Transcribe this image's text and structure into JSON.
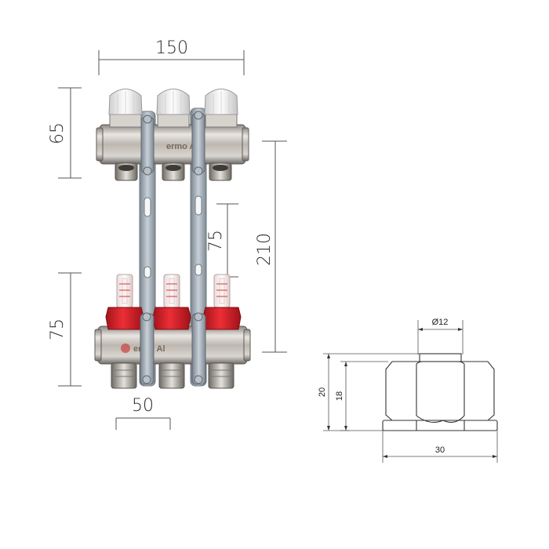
{
  "manifold": {
    "dim_width": "150",
    "dim_top_height": "65",
    "dim_bottom_height": "75",
    "dim_spacing_vertical": "75",
    "dim_total_height": "210",
    "dim_outlet_pitch": "50",
    "brand_top": "ermo A",
    "brand_bottom": "ermo Al"
  },
  "nut": {
    "dim_bore": "Ø12",
    "dim_outer_height": "20",
    "dim_inner_height": "18",
    "dim_width": "30"
  },
  "colors": {
    "dimension_line": "#555555",
    "flowmeter_red": "#d8202a",
    "chrome": "#c9c5c0",
    "bracket": "#9aa3ad",
    "cap_white": "#f4f4f4"
  }
}
